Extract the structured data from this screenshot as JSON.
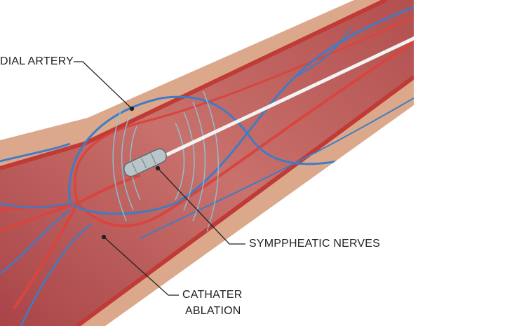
{
  "labels": {
    "radial_artery": "DIAL ARTERY",
    "sympathetic_nerves": "SYMPPHEATIC NERVES",
    "catheter_line1": "CATHATER",
    "catheter_line2": "ABLATION"
  },
  "colors": {
    "skin": "#d9a58a",
    "vessel_wall": "#c44a4a",
    "lumen": "#b8585a",
    "artery": "#d8453f",
    "vein": "#3f7cc4",
    "wave": "#7fd3e6",
    "leader": "#222222"
  }
}
